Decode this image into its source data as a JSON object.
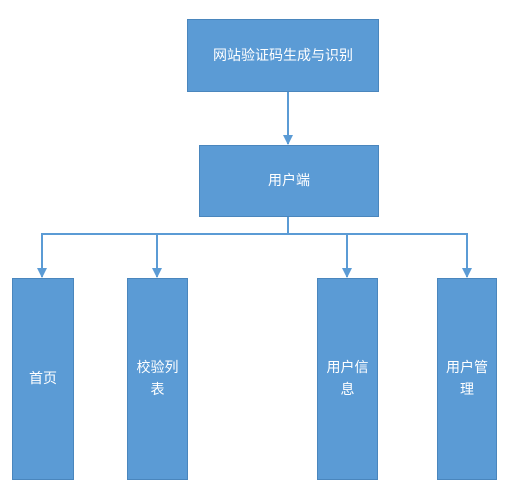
{
  "diagram": {
    "colors": {
      "node_fill": "#5b9bd5",
      "node_border": "#4a86bd",
      "connector": "#5b9bd5",
      "text": "#ffffff"
    },
    "nodes": {
      "root": "网站验证码生成与识别",
      "user": "用户端",
      "home": "首页",
      "verify": "校验列表",
      "info": "用户信息",
      "manage": "用户管理"
    }
  }
}
